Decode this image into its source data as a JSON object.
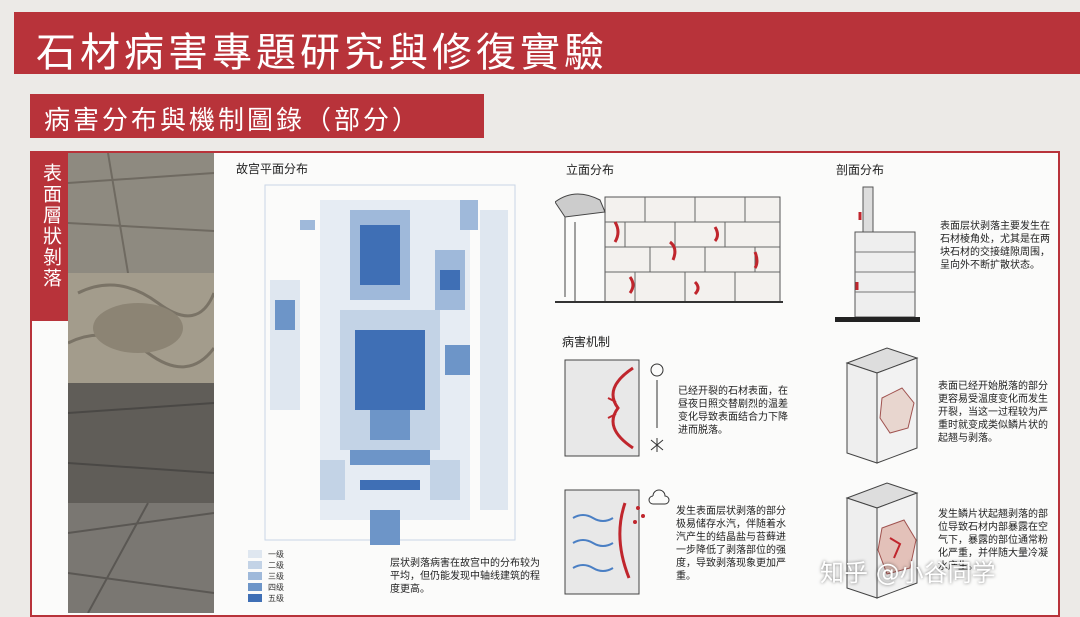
{
  "header": {
    "title": "石材病害專題研究與修復實驗",
    "subtitle": "病害分布與機制圖錄（部分）",
    "side_label": "表面層狀剝落"
  },
  "sections": {
    "plan_title": "故宫平面分布",
    "elevation_title": "立面分布",
    "section_title": "剖面分布",
    "mechanism_title": "病害机制"
  },
  "texts": {
    "section_note": "表面层状剥落主要发生在石材棱角处，尤其是在两块石材的交接缝隙周围，呈向外不断扩散状态。",
    "mech1": "已经开裂的石材表面，在昼夜日照交替剧烈的温差变化导致表面结合力下降进而脱落。",
    "mech2": "表面已经开始脱落的部分更容易受温度变化而发生开裂，当这一过程较为严重时就变成类似鳞片状的起翘与剥落。",
    "mech3": "发生表面层状剥落的部分极易储存水汽，伴随着水汽产生的结晶盐与苔藓进一步降低了剥落部位的强度，导致剥落现象更加严重。",
    "mech4": "发生鳞片状起翘剥落的部位导致石材内部暴露在空气下，暴露的部位通常粉化严重，并伴随大量冷凝水产生。",
    "plan_note": "层状剥落病害在故宫中的分布较为平均，但仍能发现中轴线建筑的程度更高。"
  },
  "legend": {
    "items": [
      {
        "label": "一级",
        "color": "#dfe7f0"
      },
      {
        "label": "二级",
        "color": "#c3d3e6"
      },
      {
        "label": "三级",
        "color": "#9fb9da"
      },
      {
        "label": "四级",
        "color": "#6d95c8"
      },
      {
        "label": "五级",
        "color": "#3f6fb5"
      }
    ]
  },
  "watermark": "知乎 @小谷同学",
  "colors": {
    "accent": "#b8333a",
    "plan_blue": "#3f6fb5",
    "damage_red": "#c0262d"
  }
}
